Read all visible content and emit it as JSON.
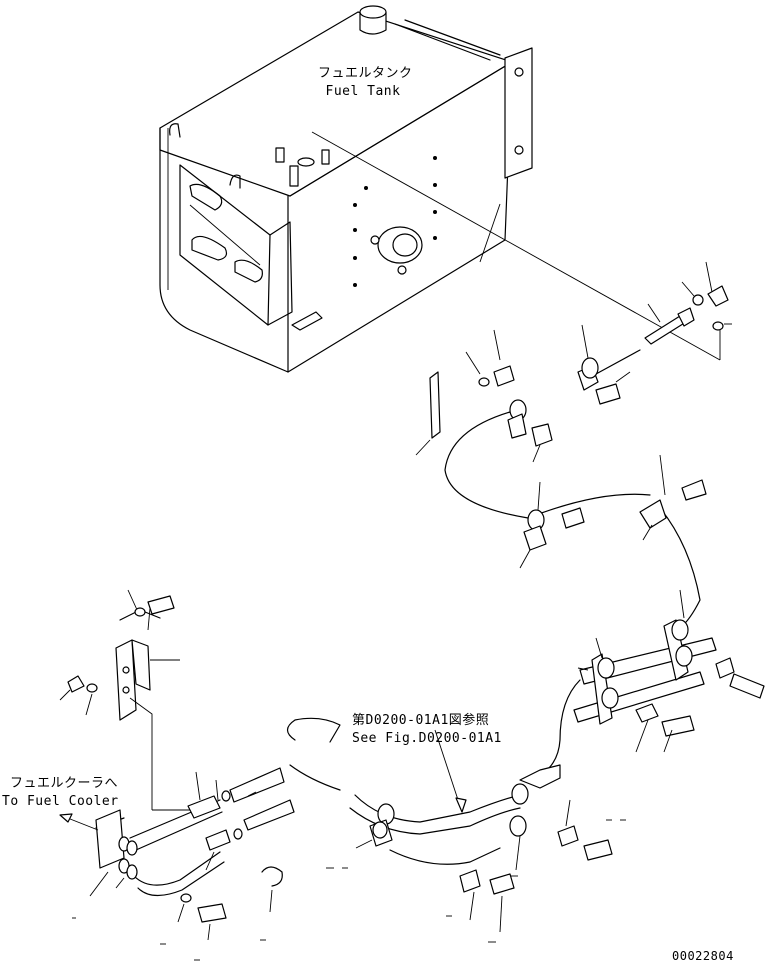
{
  "labels": {
    "fuel_tank_ja": "フュエルタンク",
    "fuel_tank_en": "Fuel Tank",
    "fuel_cooler_ja": "フュエルクーラへ",
    "fuel_cooler_en": "To Fuel Cooler",
    "see_fig_ja": "第D0200-01A1図参照",
    "see_fig_en": "See Fig.D0200-01A1",
    "drawing_number": "00022804"
  }
}
